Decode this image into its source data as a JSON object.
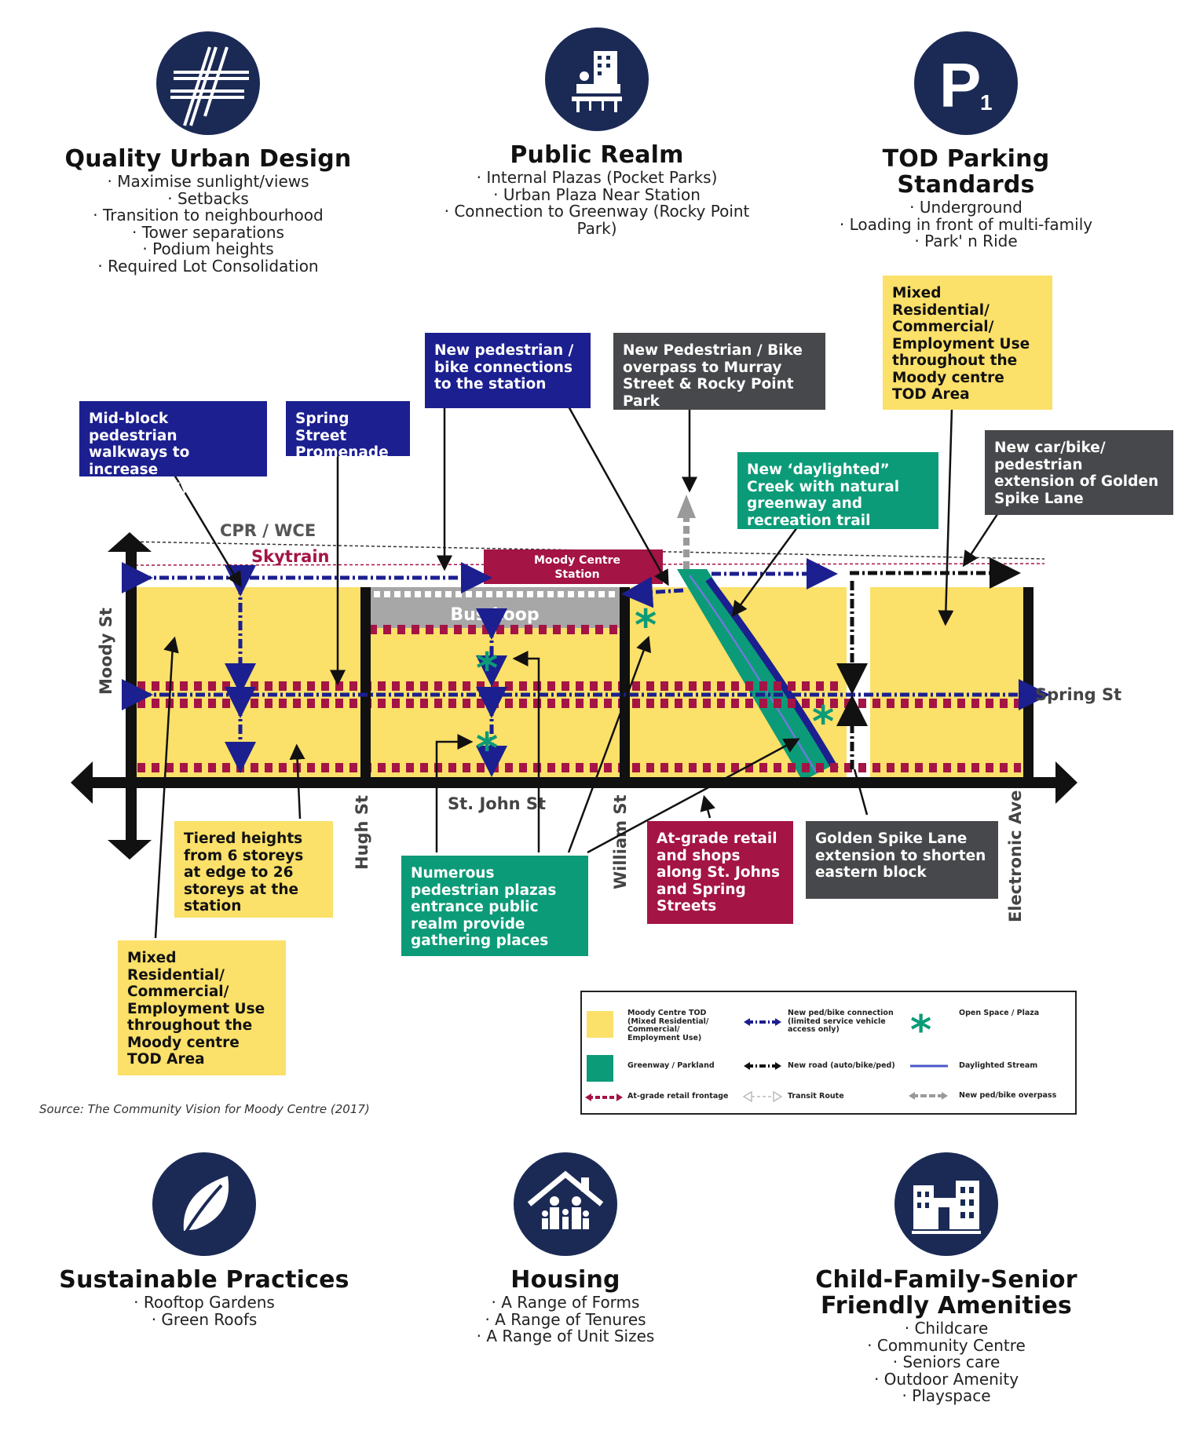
{
  "features_top": [
    {
      "title": "Quality Urban Design",
      "icon": "urban-grid-icon",
      "items": [
        "Maximise sunlight/views",
        "Setbacks",
        "Transition to neighbourhood",
        "Tower separations",
        "Podium heights",
        "Required Lot Consolidation"
      ]
    },
    {
      "title": "Public Realm",
      "icon": "plaza-people-icon",
      "items": [
        "Internal Plazas (Pocket Parks)",
        "Urban Plaza Near Station",
        "Connection to Greenway (Rocky Point Park)"
      ]
    },
    {
      "title": "TOD Parking Standards",
      "icon": "parking-p1-icon",
      "icon_letter": "P",
      "icon_sub": "1",
      "items": [
        "Underground",
        "Loading in front of multi-family",
        "Park' n Ride"
      ]
    }
  ],
  "callouts": {
    "midblock": "Mid-block pedestrian walkways to increase connectivity",
    "spring_promenade": "Spring Street Promenade",
    "new_ped_bike": "New pedestrian / bike connections to the station",
    "overpass": "New Pedestrian / Bike overpass to Murray Street & Rocky Point Park",
    "mixed_top": "Mixed Residential/ Commercial/ Employment Use throughout the Moody centre TOD Area",
    "creek": "New ‘daylighted” Creek with natural greenway and recreation trail",
    "golden_ext": "New car/bike/ pedestrian extension of Golden Spike Lane",
    "tiered": "Tiered heights from 6 storeys at edge to 26 storeys at the station",
    "plazas": "Numerous pedestrian plazas entrance public realm provide gathering places",
    "retail": "At-grade retail and shops along St. Johns and Spring Streets",
    "golden_lane": "Golden Spike Lane extension to shorten eastern block",
    "mixed_bottom": "Mixed Residential/ Commercial/ Employment Use throughout the Moody centre TOD Area"
  },
  "map_labels": {
    "cpr": "CPR / WCE",
    "skytrain": "Skytrain",
    "station": "Moody Centre Station",
    "bus_loop": "Bus Loop",
    "moody_st": "Moody St",
    "spring_st": "Spring St",
    "st_john": "St. John St",
    "hugh_st": "Hugh St",
    "william_st": "William St",
    "electronic_ave": "Electronic Ave"
  },
  "source": "Source: The Community Vision for Moody Centre (2017)",
  "legend": [
    {
      "label": "Moody Centre TOD (Mixed Residential/ Commercial/ Employment Use)",
      "symbol": "yellow-swatch"
    },
    {
      "label": "New ped/bike connection (limited service vehicle access only)",
      "symbol": "blue-dash-arrow"
    },
    {
      "label": "Open Space / Plaza",
      "symbol": "green-asterisk"
    },
    {
      "label": "Greenway / Parkland",
      "symbol": "green-swatch"
    },
    {
      "label": "New road (auto/bike/ped)",
      "symbol": "black-dash-arrow"
    },
    {
      "label": "Daylighted Stream",
      "symbol": "blue-line"
    },
    {
      "label": "At-grade retail frontage",
      "symbol": "red-dash-arrow"
    },
    {
      "label": "Transit Route",
      "symbol": "white-outline-arrow"
    },
    {
      "label": "New ped/bike overpass",
      "symbol": "grey-arrow"
    }
  ],
  "features_bottom": [
    {
      "title": "Sustainable Practices",
      "icon": "leaf-icon",
      "items": [
        "Rooftop Gardens",
        "Green Roofs"
      ]
    },
    {
      "title": "Housing",
      "icon": "house-family-icon",
      "items": [
        "A Range of Forms",
        "A Range of Tenures",
        "A Range of Unit Sizes"
      ]
    },
    {
      "title": "Child-Family-Senior Friendly Amenities",
      "icon": "buildings-icon",
      "items": [
        "Childcare",
        "Community Centre",
        "Seniors care",
        "Outdoor Amenity",
        "Playspace"
      ]
    }
  ],
  "colors": {
    "navy": "#1b2a55",
    "yellow": "#fbe06a",
    "green": "#0c9b78",
    "red": "#a41444",
    "blue": "#1c1f8f",
    "grey": "#47484b"
  }
}
